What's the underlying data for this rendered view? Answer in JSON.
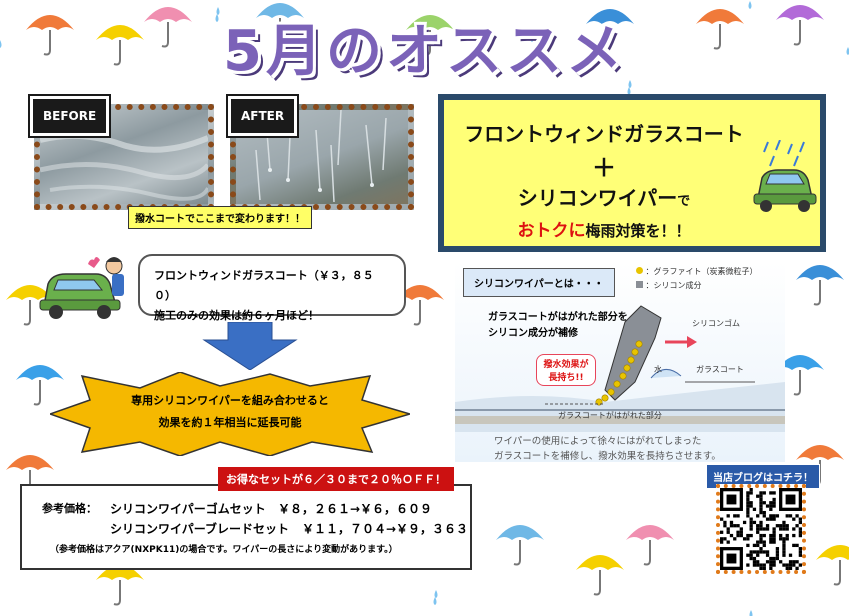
{
  "title": "5月のオススメ",
  "photos": {
    "before_label": "BEFORE",
    "after_label": "AFTER",
    "caption": "撥水コートでここまで変わります！！"
  },
  "coat_box": {
    "line1": "フロントウィンドガラスコート",
    "plus": "＋",
    "line2": "シリコンワイパー",
    "line2_suffix": "で",
    "line3_highlight": "おトクに",
    "line3_rest": "梅雨対策を！！"
  },
  "bubble": {
    "line1": "フロントウィンドガラスコート（￥３，８５０）",
    "line2": "施工のみの効果は約６ヶ月ほど！"
  },
  "star": {
    "line1": "専用シリコンワイパーを組み合わせると",
    "line2": "効果を約１年相当に延長可能"
  },
  "diagram": {
    "label": "シリコンワイパーとは・・・",
    "legend_graphite": "：グラファイト（炭素微粒子）",
    "legend_silicone": "：シリコン成分",
    "text1": "ガラスコートがはがれた部分を",
    "text2": "シリコン成分が補修",
    "rubber": "シリコンゴム",
    "effect": "撥水効果が\n長持ち!!",
    "water": "水",
    "glass_coat": "ガラスコート",
    "peeled": "ガラスコートがはがれた部分",
    "caption1": "ワイパーの使用によって徐々にはがれてしまった",
    "caption2": "ガラスコートを補修し、撥水効果を長持ちさせます。"
  },
  "sale_badge": "お得なセットが６／３０まで２０％ＯＦＦ！",
  "prices": {
    "label": "参考価格：",
    "item1_name": "シリコンワイパーゴムセット",
    "item1_price": "￥８，２６１→￥６，６０９",
    "item2_name": "シリコンワイパーブレードセット",
    "item2_price": "￥１１，７０４→￥９，３６３",
    "note": "（参考価格はアクア(NXPK11)の場合です。ワイパーの長さにより変動があります。）"
  },
  "blog_label": "当店ブログはコチラ！",
  "colors": {
    "title": "#7b62b8",
    "frame": "#2a4a6a",
    "highlight_red": "#dd1111",
    "box_yellow": "#ffff77",
    "star_orange": "#f5b800",
    "arrow_blue": "#3a6fc4",
    "qr_border": "#e07a1a"
  }
}
